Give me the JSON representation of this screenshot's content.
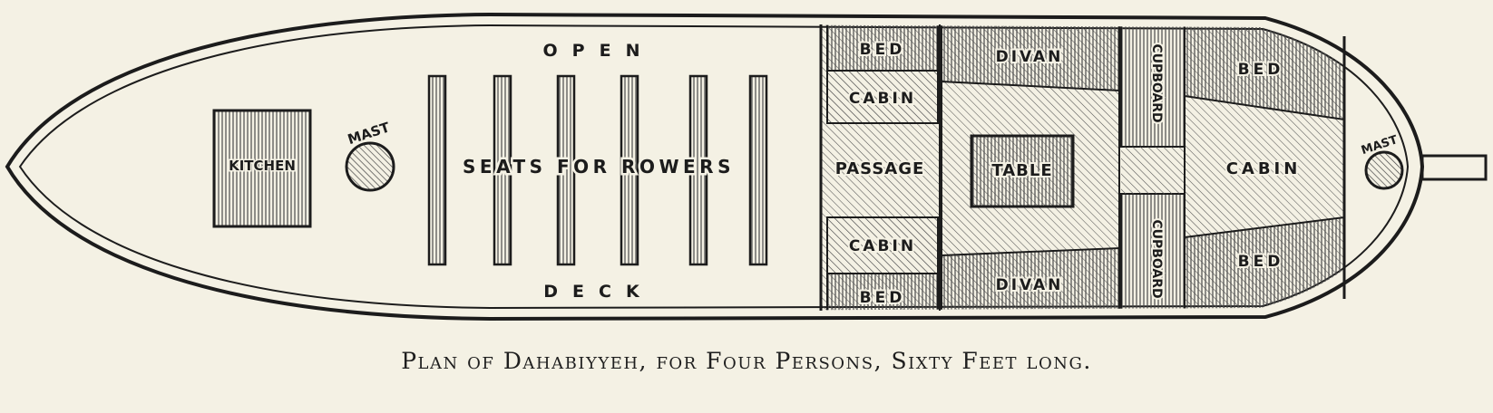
{
  "caption": "Plan of Dahabiyyeh, for Four Persons, Sixty Feet long.",
  "labels": {
    "open": "OPEN",
    "deck": "DECK",
    "kitchen": "KITCHEN",
    "mast": "MAST",
    "seats_for_rowers": "SEATS FOR ROWERS",
    "bed": "BED",
    "cabin": "CABIN",
    "passage": "PASSAGE",
    "divan": "DIVAN",
    "table": "TABLE",
    "cupboard": "CUPBOARD"
  },
  "colors": {
    "ink": "#1c1c1c",
    "paper": "#f4f1e4",
    "hatch": "#4a4a4a"
  }
}
